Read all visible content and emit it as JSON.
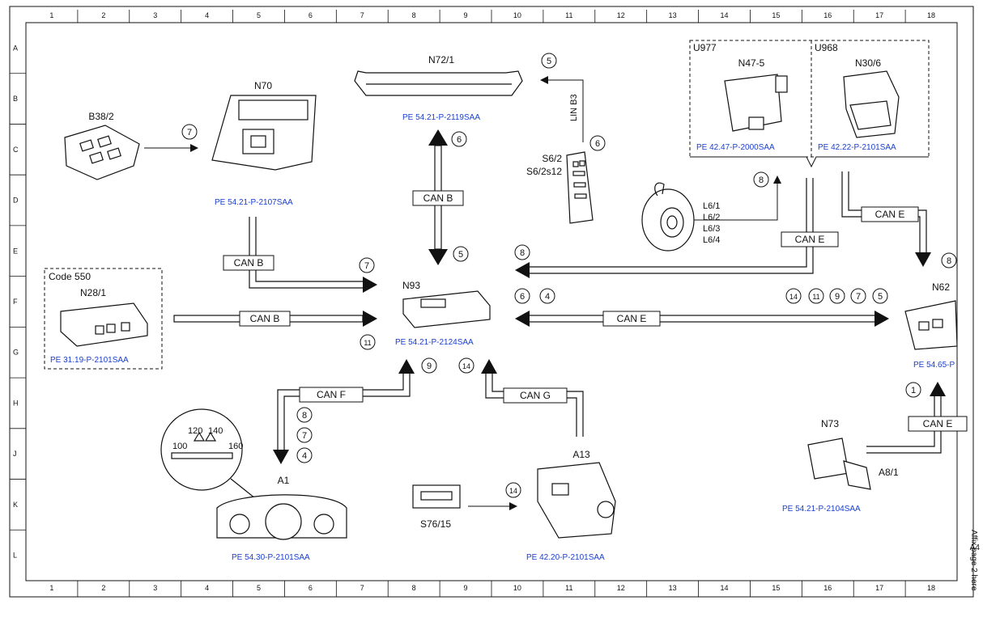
{
  "diagram": {
    "columns": [
      "1",
      "2",
      "3",
      "4",
      "5",
      "6",
      "7",
      "8",
      "9",
      "10",
      "11",
      "12",
      "13",
      "14",
      "15",
      "16",
      "17",
      "18"
    ],
    "rows": [
      "A",
      "B",
      "C",
      "D",
      "E",
      "F",
      "G",
      "H",
      "J",
      "K",
      "L"
    ],
    "components": {
      "b38_2": "B38/2",
      "n70": "N70",
      "n72_1": "N72/1",
      "s6_2": "S6/2",
      "s6_2s12": "S6/2s12",
      "u977": "U977",
      "u968": "U968",
      "n47_5": "N47-5",
      "n30_6": "N30/6",
      "l6_1": "L6/1",
      "l6_2": "L6/2",
      "l6_3": "L6/3",
      "l6_4": "L6/4",
      "code550": "Code 550",
      "n28_1": "N28/1",
      "n93": "N93",
      "n62": "N62",
      "a1": "A1",
      "s76_15": "S76/15",
      "a13": "A13",
      "n73": "N73",
      "a8_1": "A8/1"
    },
    "refs": {
      "n70": "PE 54.21-P-2107SAA",
      "n72_1": "PE 54.21-P-2119SAA",
      "n47_5": "PE 42.47-P-2000SAA",
      "n30_6": "PE 42.22-P-2101SAA",
      "n28_1": "PE 31.19-P-2101SAA",
      "n93": "PE 54.21-P-2124SAA",
      "n62": "PE 54.65-P",
      "a1": "PE 54.30-P-2101SAA",
      "a13": "PE 42.20-P-2101SAA",
      "n73": "PE 54.21-P-2104SAA"
    },
    "buses": {
      "can_b_1": "CAN B",
      "can_b_2": "CAN B",
      "can_b_3": "CAN B",
      "can_e_1": "CAN E",
      "can_e_2": "CAN E",
      "can_e_3": "CAN E",
      "can_e_4": "CAN E",
      "can_f": "CAN F",
      "can_g": "CAN G",
      "lin_b3": "LIN B3"
    },
    "gauge": {
      "t100": "100",
      "t120": "120",
      "t140": "140",
      "t160": "160"
    },
    "callouts": {
      "c_b38": "7",
      "c_n72_lin": "5",
      "c_s6": "6",
      "c_can_b_up": "6",
      "c_can_b_down": "5",
      "c_l6": "8",
      "c_n62_in": "8",
      "c_n93_e": "8",
      "c_n93_b70": "7",
      "c_n93_11": "11",
      "c_f1": "6",
      "c_f2": "4",
      "c_r1": "14",
      "c_r2": "11",
      "c_r3": "9",
      "c_r4": "7",
      "c_r5": "5",
      "c_can_f": "9",
      "c_can_g": "14",
      "c_a1_1": "8",
      "c_a1_2": "7",
      "c_a1_3": "4",
      "c_s76": "14",
      "c_n73": "1"
    },
    "side_text": "Affix page 2 here",
    "side_label": "A4"
  }
}
